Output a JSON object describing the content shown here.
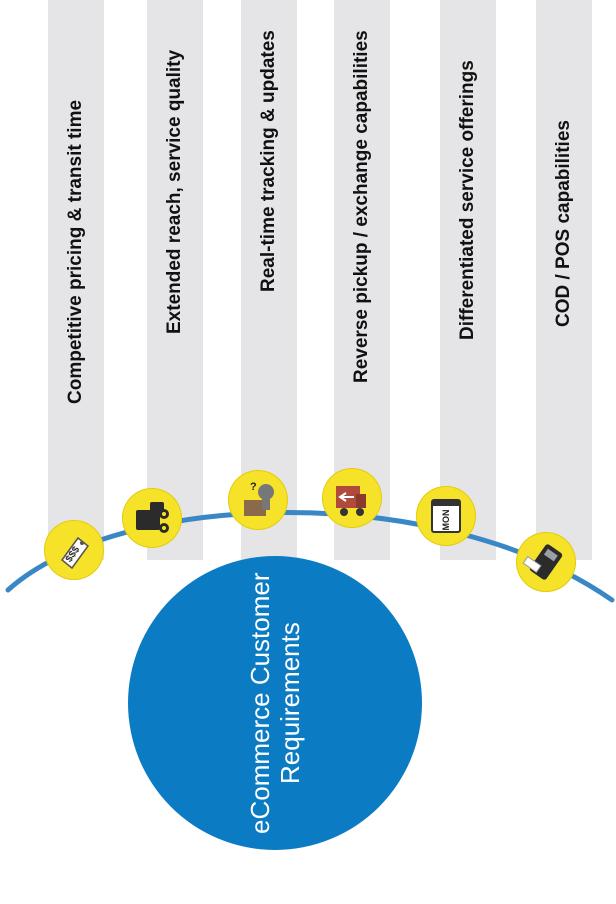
{
  "hub": {
    "title": "eCommerce Customer Requirements",
    "color": "#0b7cc4"
  },
  "requirements": [
    {
      "label": "Competitive pricing & transit time",
      "icon": "price-tag-icon"
    },
    {
      "label": "Extended reach, service quality",
      "icon": "delivery-truck-icon"
    },
    {
      "label": "Real-time tracking & updates",
      "icon": "tracking-parcel-icon"
    },
    {
      "label": "Reverse pickup / exchange capabilities",
      "icon": "exchange-truck-icon"
    },
    {
      "label": "Differentiated service offerings",
      "icon": "calendar-mon-icon"
    },
    {
      "label": "COD / POS capabilities",
      "icon": "pos-terminal-icon"
    }
  ],
  "colors": {
    "column_bg": "#e5e4e6",
    "badge": "#f7e22a",
    "arc": "#3a87c6"
  }
}
